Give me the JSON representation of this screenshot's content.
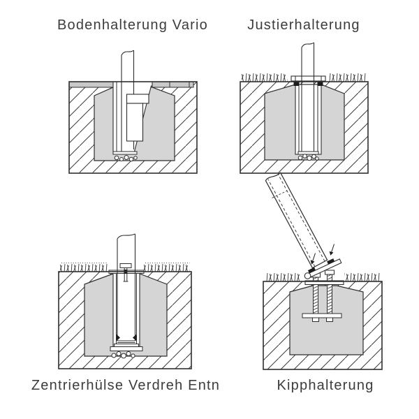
{
  "page": {
    "background": "#ffffff"
  },
  "colors": {
    "outline": "#2e2e2e",
    "hatch_line": "#3a3a3a",
    "concrete_fill": "#d5d5d5",
    "pavement_fill": "#c9c9c9",
    "hardware_black": "#1c1c1c",
    "caption_text": "#3c3c3c"
  },
  "figures": [
    {
      "id": "bodenhalterung-vario",
      "label": "Bodenhalterung Vario"
    },
    {
      "id": "justierhalterung",
      "label": "Justierhalterung"
    },
    {
      "id": "zentrierhuelse-verdreh-entn",
      "label": "Zentrierhülse Verdreh Entn"
    },
    {
      "id": "kipphalterung",
      "label": "Kipphalterung"
    }
  ]
}
